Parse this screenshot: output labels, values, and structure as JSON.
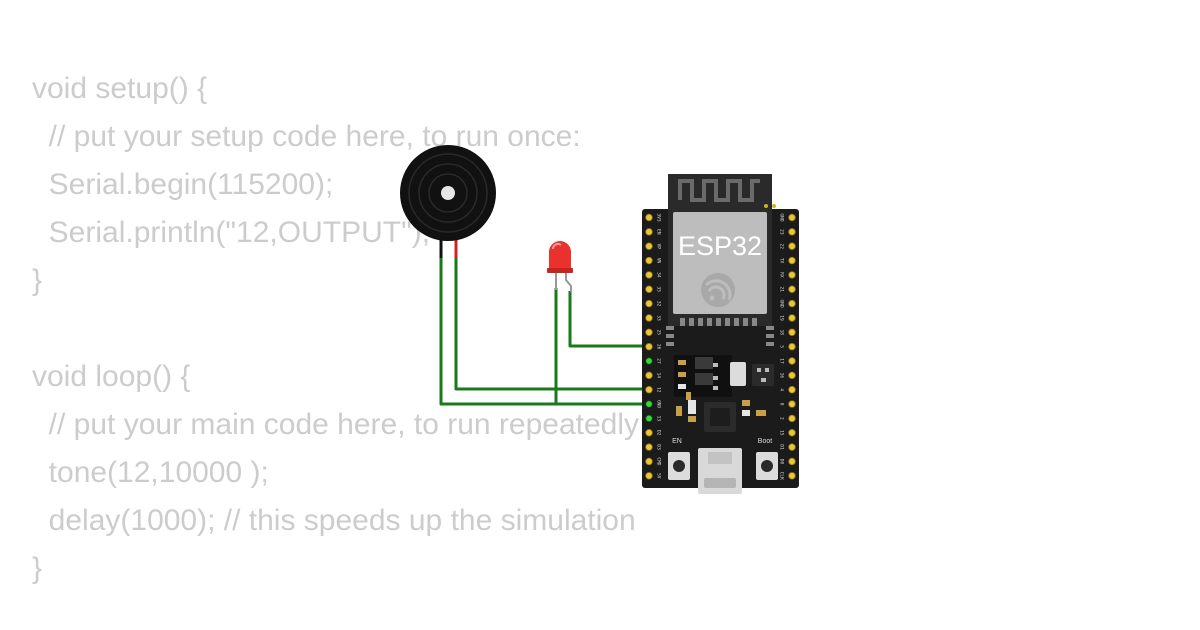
{
  "code": {
    "lines": [
      "void setup() {",
      "  // put your setup code here, to run once:",
      "  Serial.begin(115200);",
      "  Serial.println(\"12,OUTPUT\");",
      "}",
      "",
      "void loop() {",
      "  // put your main code here, to run repeatedly:",
      "  tone(12,10000 );",
      "  delay(1000); // this speeds up the simulation",
      "}"
    ]
  },
  "board": {
    "chip_label": "ESP32",
    "en_label": "EN",
    "boot_label": "Boot",
    "left_pins": [
      "3V3",
      "EN",
      "VP",
      "VN",
      "34",
      "35",
      "32",
      "33",
      "25",
      "26",
      "27",
      "14",
      "12",
      "GND",
      "13",
      "D2",
      "D3",
      "CMD",
      "5V"
    ],
    "right_pins": [
      "GND",
      "23",
      "22",
      "TX",
      "RX",
      "21",
      "GND",
      "19",
      "18",
      "5",
      "17",
      "16",
      "4",
      "0",
      "2",
      "15",
      "D1",
      "D0",
      "CLK"
    ]
  },
  "components": {
    "buzzer": "buzzer-icon",
    "led": "red-led-icon",
    "led_color": "#e8322b",
    "wire_color": "#1a7a1a",
    "connected_pin_color": "#39d639"
  }
}
